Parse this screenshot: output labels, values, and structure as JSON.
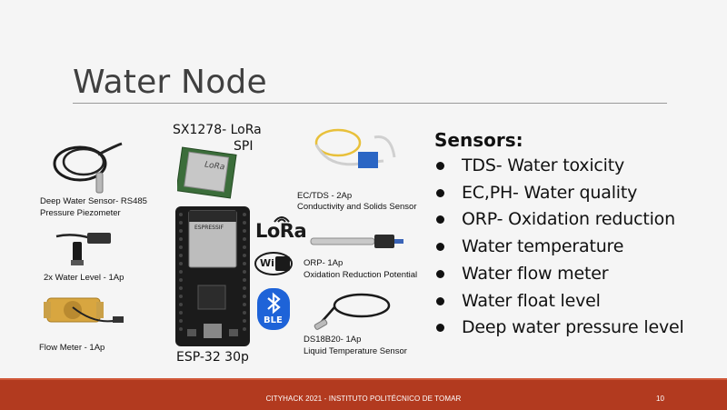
{
  "slide": {
    "title": "Water Node",
    "sensors_heading": "Sensors:",
    "sensors": [
      "TDS- Water toxicity",
      "EC,PH- Water quality",
      "ORP- Oxidation reduction",
      "Water temperature",
      "Water flow meter",
      "Water float level",
      "Deep water pressure level"
    ],
    "components": {
      "lora_module": {
        "line1": "SX1278- LoRa",
        "line2": "SPI"
      },
      "esp32": "ESP-32 30p",
      "deep_water": {
        "line1": "Deep Water Sensor- RS485",
        "line2": "Pressure Piezometer"
      },
      "water_level": "2x Water Level - 1Ap",
      "flow_meter": "Flow Meter - 1Ap",
      "ec_tds": {
        "line1": "EC/TDS - 2Ap",
        "line2": "Conductivity and Solids Sensor"
      },
      "orp": {
        "line1": "ORP- 1Ap",
        "line2": "Oxidation Reduction Potential"
      },
      "ds18b20": {
        "line1": "DS18B20- 1Ap",
        "line2": "Liquid Temperature Sensor"
      }
    },
    "logos": {
      "lora": "LoRa",
      "wifi": "Wi Fi",
      "ble": "BLE",
      "esp_brand": "ESPRESSIF",
      "lora_chip": "LoRa"
    }
  },
  "footer": {
    "text": "CITYHACK 2021 - INSTITUTO POLITÉCNICO DE TOMAR",
    "page": "10"
  },
  "colors": {
    "footer": "#b23a1f",
    "title": "#404040",
    "ble_blue": "#1e63d8"
  }
}
